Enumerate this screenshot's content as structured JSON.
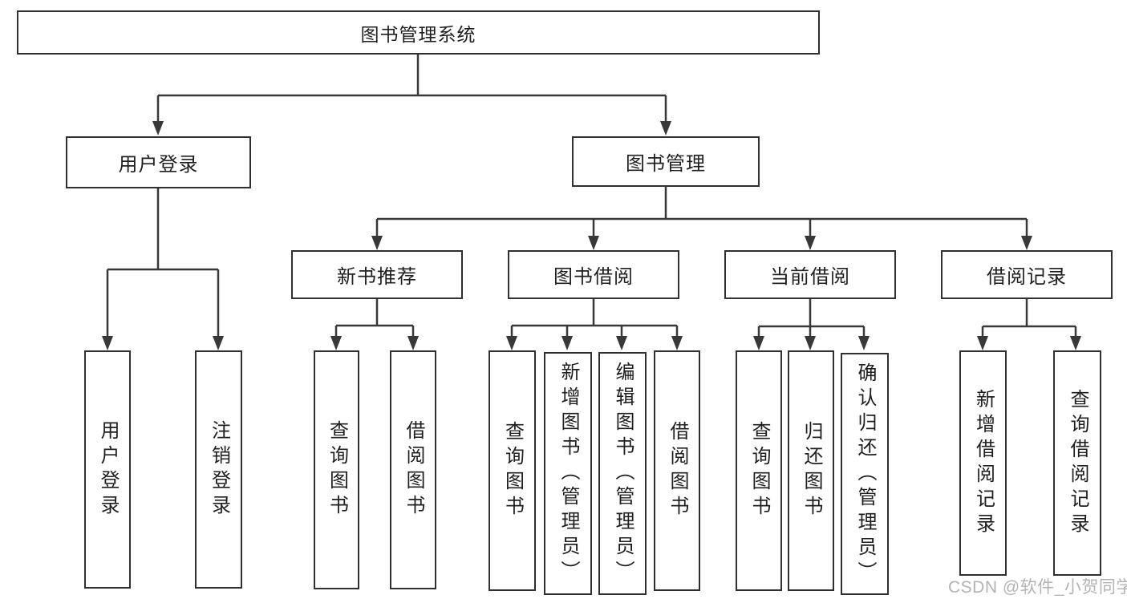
{
  "diagram": {
    "root": "图书管理系统",
    "level2": {
      "user_login": "用户登录",
      "book_mgmt": "图书管理"
    },
    "level3": {
      "new_book": "新书推荐",
      "borrow": "图书借阅",
      "current": "当前借阅",
      "records": "借阅记录"
    },
    "leaves": {
      "user_login": [
        "用户登录",
        "注销登录"
      ],
      "new_book": [
        "查询图书",
        "借阅图书"
      ],
      "borrow": [
        "查询图书",
        "新增图书（管理员）",
        "编辑图书（管理员）",
        "借阅图书"
      ],
      "current": [
        "查询图书",
        "归还图书",
        "确认归还（管理员）"
      ],
      "records": [
        "新增借阅记录",
        "查询借阅记录"
      ]
    }
  },
  "watermark": "CSDN @软件_小贺同学",
  "colors": {
    "line": "#383838",
    "box_border": "#303030",
    "box_fill": "#ffffff",
    "text": "#1f1f1f",
    "watermark": "#b3b3b3",
    "background": "#ffffff"
  }
}
